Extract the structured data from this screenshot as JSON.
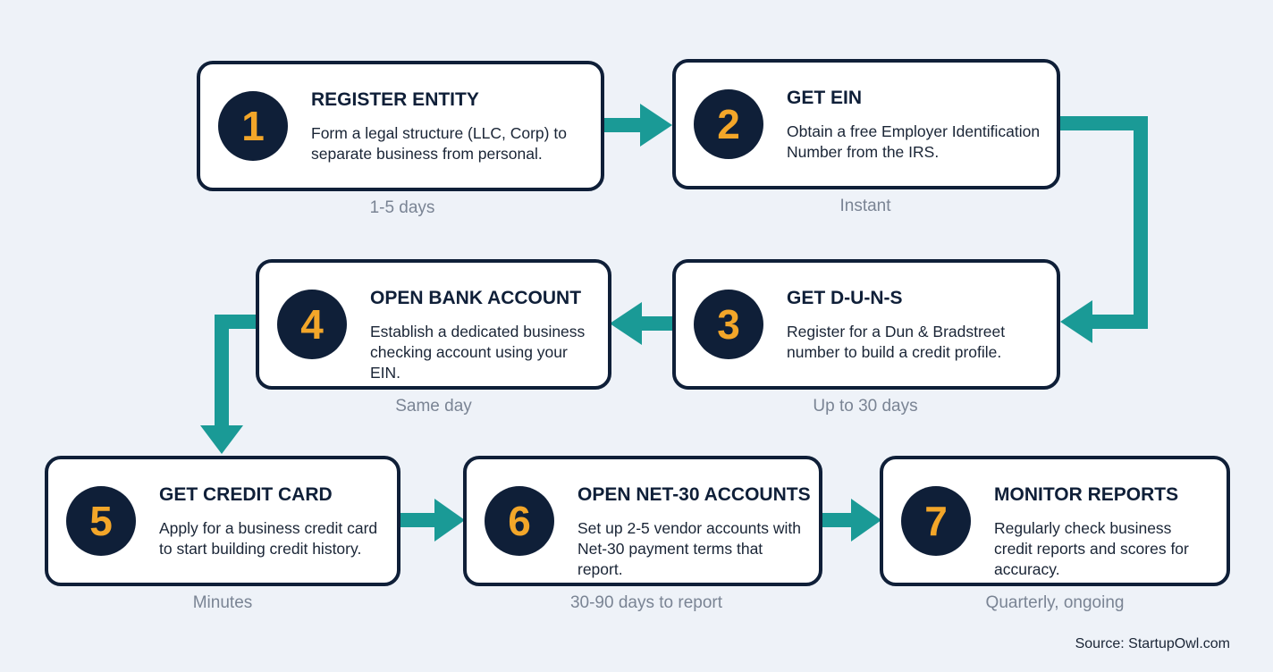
{
  "steps": [
    {
      "number": "1",
      "title": "REGISTER ENTITY",
      "description": "Form a legal structure (LLC, Corp) to separate business from personal.",
      "duration": "1-5 days"
    },
    {
      "number": "2",
      "title": "GET EIN",
      "description": "Obtain a free Employer Identification Number from the IRS.",
      "duration": "Instant"
    },
    {
      "number": "3",
      "title": "GET D-U-N-S",
      "description": "Register for a Dun & Bradstreet number to build a credit profile.",
      "duration": "Up to 30 days"
    },
    {
      "number": "4",
      "title": "OPEN BANK ACCOUNT",
      "description": "Establish a dedicated business checking account using your EIN.",
      "duration": "Same day"
    },
    {
      "number": "5",
      "title": "GET CREDIT CARD",
      "description": "Apply for a business credit card to start building credit history.",
      "duration": "Minutes"
    },
    {
      "number": "6",
      "title": "OPEN NET-30 ACCOUNTS",
      "description": "Set up 2-5 vendor accounts with Net-30 payment terms that report.",
      "duration": "30-90 days to report"
    },
    {
      "number": "7",
      "title": "MONITOR REPORTS",
      "description": "Regularly check business credit reports and scores for accuracy.",
      "duration": "Quarterly, ongoing"
    }
  ],
  "source": "Source: StartupOwl.com",
  "colors": {
    "background": "#eef2f8",
    "card_border": "#0f1f38",
    "badge_fill": "#0f1f38",
    "badge_number": "#f3a629",
    "connector": "#1a9a96",
    "duration_text": "#7a8494"
  }
}
